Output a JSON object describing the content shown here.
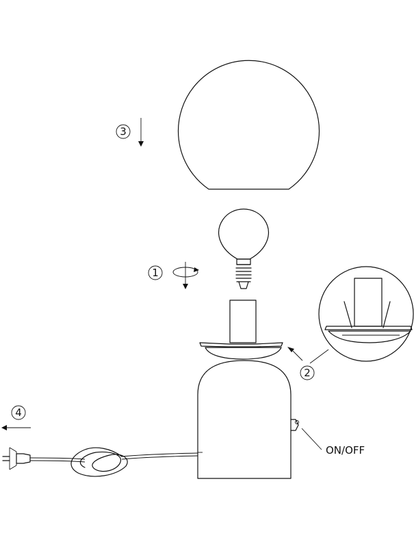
{
  "steps": {
    "step1": "1",
    "step2": "2",
    "step3": "3",
    "step4": "4"
  },
  "labels": {
    "switch": "ON/OFF"
  },
  "colors": {
    "line": "#111111",
    "background": "#ffffff"
  }
}
